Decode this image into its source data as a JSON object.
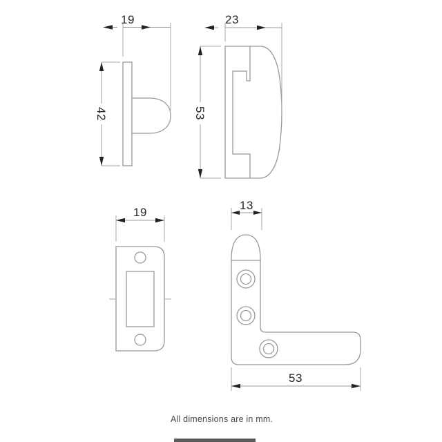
{
  "caption": "All dimensions are in mm.",
  "views": {
    "latch_side": {
      "width_mm": "19",
      "height_mm": "42"
    },
    "keeper_profile": {
      "width_mm": "23",
      "height_mm": "53"
    },
    "strike_plate": {
      "width_mm": "19"
    },
    "bracket": {
      "width_mm": "13",
      "length_mm": "53"
    }
  },
  "colors": {
    "background": "#ffffff",
    "part_line": "#97989a",
    "dimension_line": "#9b9b9b",
    "arrowhead": "#222222",
    "dimension_text": "#262626",
    "caption_text": "#474747",
    "bottom_bar": "#5a5a5a"
  }
}
